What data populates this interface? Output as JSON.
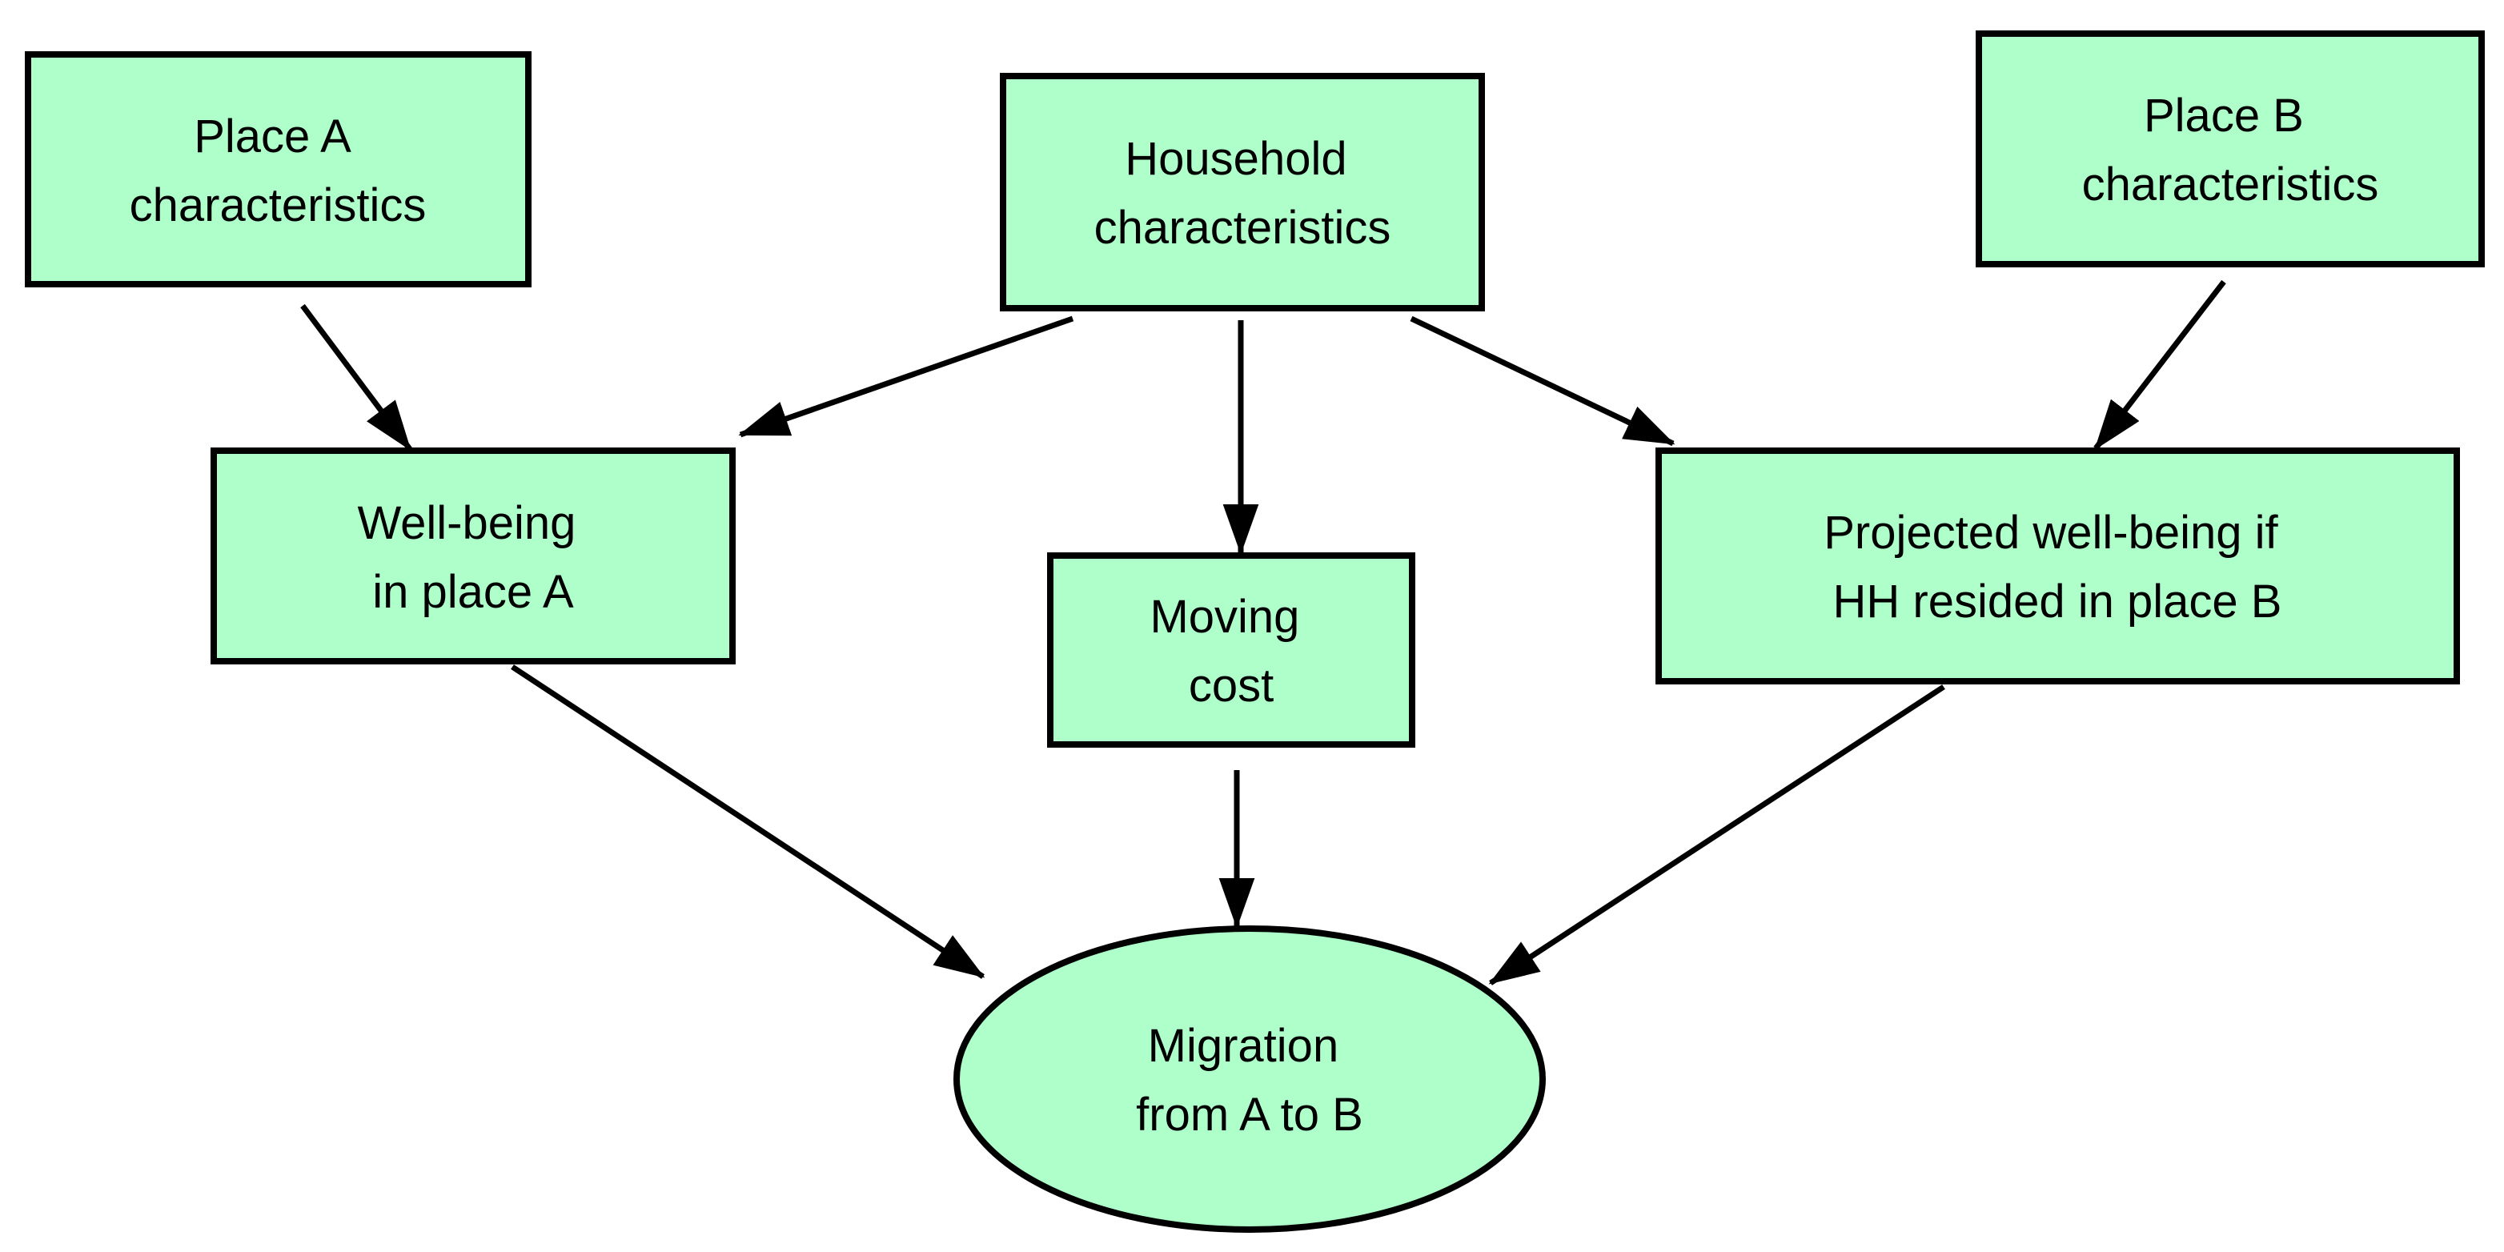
{
  "diagram": {
    "type": "causal-flow-diagram",
    "colors": {
      "node_fill": "#AEFFCA",
      "node_border": "#000000",
      "arrow": "#000000",
      "background": "#FFFFFF"
    },
    "nodes": {
      "place_a": {
        "label": "Place A characteristics",
        "line1": "Place A",
        "line2": "characteristics",
        "shape": "rectangle"
      },
      "household": {
        "label": "Household characteristics",
        "line1": "Household",
        "line2": "characteristics",
        "shape": "rectangle"
      },
      "place_b": {
        "label": "Place B characteristics",
        "line1": "Place B",
        "line2": "characteristics",
        "shape": "rectangle"
      },
      "wellbeing_a": {
        "label": "Well-being in place A",
        "line1": "Well-being",
        "line2": "in place A",
        "shape": "rectangle"
      },
      "moving_cost": {
        "label": "Moving cost",
        "line1": "Moving",
        "line2": "cost",
        "shape": "rectangle"
      },
      "projected_b": {
        "label": "Projected well-being if HH resided in place B",
        "line1": "Projected well-being if",
        "line2": "HH resided in place B",
        "shape": "rectangle"
      },
      "migration": {
        "label": "Migration from A to B",
        "line1": "Migration",
        "line2": "from A to B",
        "shape": "ellipse"
      }
    },
    "edges": [
      {
        "from": "Place A characteristics",
        "to": "Well-being in place A"
      },
      {
        "from": "Household characteristics",
        "to": "Well-being in place A"
      },
      {
        "from": "Household characteristics",
        "to": "Moving cost"
      },
      {
        "from": "Household characteristics",
        "to": "Projected well-being if HH resided in place B"
      },
      {
        "from": "Place B characteristics",
        "to": "Projected well-being if HH resided in place B"
      },
      {
        "from": "Well-being in place A",
        "to": "Migration from A to B"
      },
      {
        "from": "Moving cost",
        "to": "Migration from A to B"
      },
      {
        "from": "Projected well-being if HH resided in place B",
        "to": "Migration from A to B"
      }
    ]
  }
}
